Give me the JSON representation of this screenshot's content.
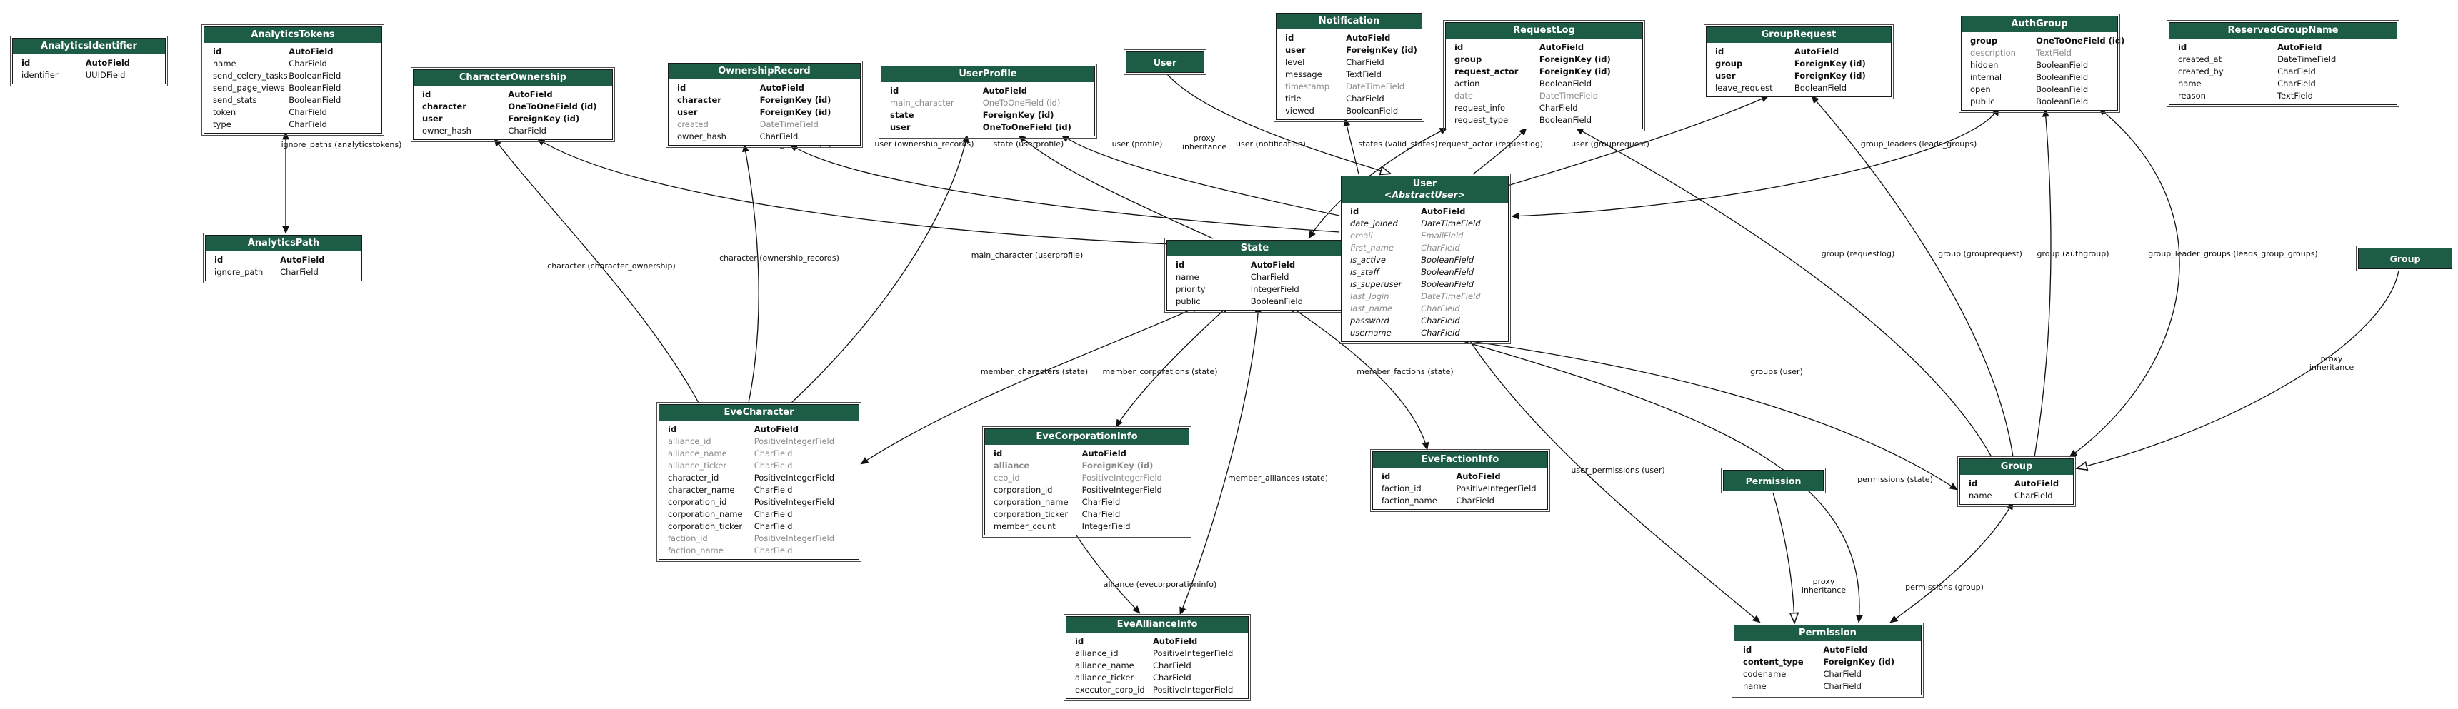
{
  "colors": {
    "header_green": "#1d5c45",
    "line": "#111111",
    "muted_text": "#8b8b8b",
    "border": "#1a1a1a"
  },
  "tables": [
    {
      "id": "analyticsidentifier",
      "name": "AnalyticsIdentifier",
      "rows": [
        {
          "name": "id",
          "type": "AutoField",
          "b": true
        },
        {
          "name": "identifier",
          "type": "UUIDField"
        }
      ]
    },
    {
      "id": "analyticstokens",
      "name": "AnalyticsTokens",
      "rows": [
        {
          "name": "id",
          "type": "AutoField",
          "b": true
        },
        {
          "name": "name",
          "type": "CharField"
        },
        {
          "name": "send_celery_tasks",
          "type": "BooleanField"
        },
        {
          "name": "send_page_views",
          "type": "BooleanField"
        },
        {
          "name": "send_stats",
          "type": "BooleanField"
        },
        {
          "name": "token",
          "type": "CharField"
        },
        {
          "name": "type",
          "type": "CharField"
        }
      ]
    },
    {
      "id": "characterownership",
      "name": "CharacterOwnership",
      "rows": [
        {
          "name": "id",
          "type": "AutoField",
          "b": true
        },
        {
          "name": "character",
          "type": "OneToOneField (id)",
          "b": true
        },
        {
          "name": "user",
          "type": "ForeignKey (id)",
          "b": true
        },
        {
          "name": "owner_hash",
          "type": "CharField"
        }
      ]
    },
    {
      "id": "ownershiprecord",
      "name": "OwnershipRecord",
      "rows": [
        {
          "name": "id",
          "type": "AutoField",
          "b": true
        },
        {
          "name": "character",
          "type": "ForeignKey (id)",
          "b": true
        },
        {
          "name": "user",
          "type": "ForeignKey (id)",
          "b": true
        },
        {
          "name": "created",
          "type": "DateTimeField",
          "g": true
        },
        {
          "name": "owner_hash",
          "type": "CharField"
        }
      ]
    },
    {
      "id": "userprofile",
      "name": "UserProfile",
      "rows": [
        {
          "name": "id",
          "type": "AutoField",
          "b": true
        },
        {
          "name": "main_character",
          "type": "OneToOneField (id)",
          "g": true
        },
        {
          "name": "state",
          "type": "ForeignKey (id)",
          "b": true
        },
        {
          "name": "user",
          "type": "OneToOneField (id)",
          "b": true
        }
      ]
    },
    {
      "id": "notification",
      "name": "Notification",
      "rows": [
        {
          "name": "id",
          "type": "AutoField",
          "b": true
        },
        {
          "name": "user",
          "type": "ForeignKey (id)",
          "b": true
        },
        {
          "name": "level",
          "type": "CharField"
        },
        {
          "name": "message",
          "type": "TextField"
        },
        {
          "name": "timestamp",
          "type": "DateTimeField",
          "g": true
        },
        {
          "name": "title",
          "type": "CharField"
        },
        {
          "name": "viewed",
          "type": "BooleanField"
        }
      ]
    },
    {
      "id": "requestlog",
      "name": "RequestLog",
      "rows": [
        {
          "name": "id",
          "type": "AutoField",
          "b": true
        },
        {
          "name": "group",
          "type": "ForeignKey (id)",
          "b": true
        },
        {
          "name": "request_actor",
          "type": "ForeignKey (id)",
          "b": true
        },
        {
          "name": "action",
          "type": "BooleanField"
        },
        {
          "name": "date",
          "type": "DateTimeField",
          "g": true
        },
        {
          "name": "request_info",
          "type": "CharField"
        },
        {
          "name": "request_type",
          "type": "BooleanField"
        }
      ]
    },
    {
      "id": "grouprequest",
      "name": "GroupRequest",
      "rows": [
        {
          "name": "id",
          "type": "AutoField",
          "b": true
        },
        {
          "name": "group",
          "type": "ForeignKey (id)",
          "b": true
        },
        {
          "name": "user",
          "type": "ForeignKey (id)",
          "b": true
        },
        {
          "name": "leave_request",
          "type": "BooleanField"
        }
      ]
    },
    {
      "id": "authgroup",
      "name": "AuthGroup",
      "rows": [
        {
          "name": "group",
          "type": "OneToOneField (id)",
          "b": true
        },
        {
          "name": "description",
          "type": "TextField",
          "g": true
        },
        {
          "name": "hidden",
          "type": "BooleanField"
        },
        {
          "name": "internal",
          "type": "BooleanField"
        },
        {
          "name": "open",
          "type": "BooleanField"
        },
        {
          "name": "public",
          "type": "BooleanField"
        }
      ]
    },
    {
      "id": "reservedgroupname",
      "name": "ReservedGroupName",
      "rows": [
        {
          "name": "id",
          "type": "AutoField",
          "b": true
        },
        {
          "name": "created_at",
          "type": "DateTimeField"
        },
        {
          "name": "created_by",
          "type": "CharField"
        },
        {
          "name": "name",
          "type": "CharField"
        },
        {
          "name": "reason",
          "type": "TextField"
        }
      ]
    },
    {
      "id": "analyticspath",
      "name": "AnalyticsPath",
      "rows": [
        {
          "name": "id",
          "type": "AutoField",
          "b": true
        },
        {
          "name": "ignore_path",
          "type": "CharField"
        }
      ]
    },
    {
      "id": "state",
      "name": "State",
      "rows": [
        {
          "name": "id",
          "type": "AutoField",
          "b": true
        },
        {
          "name": "name",
          "type": "CharField"
        },
        {
          "name": "priority",
          "type": "IntegerField"
        },
        {
          "name": "public",
          "type": "BooleanField"
        }
      ]
    },
    {
      "id": "user_abstract",
      "name": "User",
      "subtitle": "<AbstractUser>",
      "rows": [
        {
          "name": "id",
          "type": "AutoField",
          "b": true
        },
        {
          "name": "date_joined",
          "type": "DateTimeField",
          "i": true
        },
        {
          "name": "email",
          "type": "EmailField",
          "g": true,
          "i": true
        },
        {
          "name": "first_name",
          "type": "CharField",
          "g": true,
          "i": true
        },
        {
          "name": "is_active",
          "type": "BooleanField",
          "i": true
        },
        {
          "name": "is_staff",
          "type": "BooleanField",
          "i": true
        },
        {
          "name": "is_superuser",
          "type": "BooleanField",
          "i": true
        },
        {
          "name": "last_login",
          "type": "DateTimeField",
          "g": true,
          "i": true
        },
        {
          "name": "last_name",
          "type": "CharField",
          "g": true,
          "i": true
        },
        {
          "name": "password",
          "type": "CharField",
          "i": true
        },
        {
          "name": "username",
          "type": "CharField",
          "i": true
        }
      ]
    },
    {
      "id": "evecharacter",
      "name": "EveCharacter",
      "rows": [
        {
          "name": "id",
          "type": "AutoField",
          "b": true
        },
        {
          "name": "alliance_id",
          "type": "PositiveIntegerField",
          "g": true
        },
        {
          "name": "alliance_name",
          "type": "CharField",
          "g": true
        },
        {
          "name": "alliance_ticker",
          "type": "CharField",
          "g": true
        },
        {
          "name": "character_id",
          "type": "PositiveIntegerField"
        },
        {
          "name": "character_name",
          "type": "CharField"
        },
        {
          "name": "corporation_id",
          "type": "PositiveIntegerField"
        },
        {
          "name": "corporation_name",
          "type": "CharField"
        },
        {
          "name": "corporation_ticker",
          "type": "CharField"
        },
        {
          "name": "faction_id",
          "type": "PositiveIntegerField",
          "g": true
        },
        {
          "name": "faction_name",
          "type": "CharField",
          "g": true
        }
      ]
    },
    {
      "id": "evecorporationinfo",
      "name": "EveCorporationInfo",
      "rows": [
        {
          "name": "id",
          "type": "AutoField",
          "b": true
        },
        {
          "name": "alliance",
          "type": "ForeignKey (id)",
          "b": true,
          "g": true
        },
        {
          "name": "ceo_id",
          "type": "PositiveIntegerField",
          "g": true
        },
        {
          "name": "corporation_id",
          "type": "PositiveIntegerField"
        },
        {
          "name": "corporation_name",
          "type": "CharField"
        },
        {
          "name": "corporation_ticker",
          "type": "CharField"
        },
        {
          "name": "member_count",
          "type": "IntegerField"
        }
      ]
    },
    {
      "id": "evefactioninfo",
      "name": "EveFactionInfo",
      "rows": [
        {
          "name": "id",
          "type": "AutoField",
          "b": true
        },
        {
          "name": "faction_id",
          "type": "PositiveIntegerField"
        },
        {
          "name": "faction_name",
          "type": "CharField"
        }
      ]
    },
    {
      "id": "group_table",
      "name": "Group",
      "rows": [
        {
          "name": "id",
          "type": "AutoField",
          "b": true
        },
        {
          "name": "name",
          "type": "CharField"
        }
      ]
    },
    {
      "id": "evealliance",
      "name": "EveAllianceInfo",
      "rows": [
        {
          "name": "id",
          "type": "AutoField",
          "b": true
        },
        {
          "name": "alliance_id",
          "type": "PositiveIntegerField"
        },
        {
          "name": "alliance_name",
          "type": "CharField"
        },
        {
          "name": "alliance_ticker",
          "type": "CharField"
        },
        {
          "name": "executor_corp_id",
          "type": "PositiveIntegerField"
        }
      ]
    },
    {
      "id": "permission_table",
      "name": "Permission",
      "rows": [
        {
          "name": "id",
          "type": "AutoField",
          "b": true
        },
        {
          "name": "content_type",
          "type": "ForeignKey (id)",
          "b": true
        },
        {
          "name": "codename",
          "type": "CharField"
        },
        {
          "name": "name",
          "type": "CharField"
        }
      ]
    }
  ],
  "proxy_models": [
    {
      "id": "user-proxy",
      "name": "User"
    },
    {
      "id": "permission-proxy",
      "name": "Permission"
    },
    {
      "id": "group-proxy",
      "name": "Group"
    }
  ],
  "edge_labels": [
    {
      "id": "lbl-ignore-paths",
      "text": "ignore_paths (analyticstokens)"
    },
    {
      "id": "lbl-user-charownerships",
      "text": "user (character_ownerships)"
    },
    {
      "id": "lbl-user-ownershiprecords",
      "text": "user (ownership_records)"
    },
    {
      "id": "lbl-state-userprofile",
      "text": "state (userprofile)"
    },
    {
      "id": "lbl-user-profile",
      "text": "user (profile)"
    },
    {
      "id": "lbl-proxy-top",
      "text": "proxy inheritance"
    },
    {
      "id": "lbl-user-notification",
      "text": "user (notification)"
    },
    {
      "id": "lbl-states-validstates",
      "text": "states (valid_states)"
    },
    {
      "id": "lbl-requestactor",
      "text": "request_actor (requestlog)"
    },
    {
      "id": "lbl-user-grouprequest",
      "text": "user (grouprequest)"
    },
    {
      "id": "lbl-groupleaders",
      "text": "group_leaders (leads_groups)"
    },
    {
      "id": "lbl-maincharacter",
      "text": "main_character (userprofile)"
    },
    {
      "id": "lbl-char-charownership",
      "text": "character (character_ownership)"
    },
    {
      "id": "lbl-char-ownershiprecords",
      "text": "character (ownership_records)"
    },
    {
      "id": "lbl-group-requestlog",
      "text": "group (requestlog)"
    },
    {
      "id": "lbl-group-grouprequest",
      "text": "group (grouprequest)"
    },
    {
      "id": "lbl-group-authgroup",
      "text": "group (authgroup)"
    },
    {
      "id": "lbl-groupleadergroups",
      "text": "group_leader_groups (leads_group_groups)"
    },
    {
      "id": "lbl-proxy-right",
      "text": "proxy inheritance"
    },
    {
      "id": "lbl-membercharacters",
      "text": "member_characters (state)"
    },
    {
      "id": "lbl-membercorporations",
      "text": "member_corporations (state)"
    },
    {
      "id": "lbl-memberfactions",
      "text": "member_factions (state)"
    },
    {
      "id": "lbl-groups-user",
      "text": "groups (user)"
    },
    {
      "id": "lbl-memberalliances",
      "text": "member_alliances (state)"
    },
    {
      "id": "lbl-userpermissions",
      "text": "user_permissions (user)"
    },
    {
      "id": "lbl-permissions-state",
      "text": "permissions (state)"
    },
    {
      "id": "lbl-alliance-evecorp",
      "text": "alliance (evecorporationinfo)"
    },
    {
      "id": "lbl-proxy-bottom",
      "text": "proxy inheritance"
    },
    {
      "id": "lbl-permissions-group",
      "text": "permissions (group)"
    }
  ]
}
